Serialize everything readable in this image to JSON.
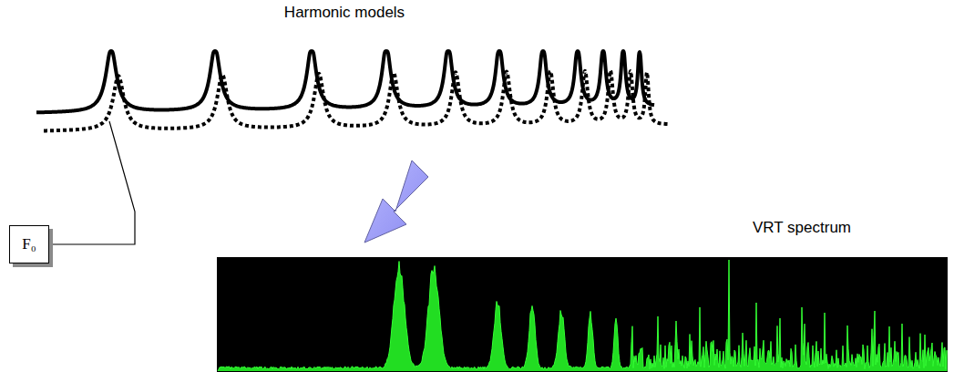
{
  "diagram": {
    "nodes": [
      {
        "text": [
          "F₀"
        ]
      }
    ],
    "labels": [
      "Harmonic models",
      "VRT spectrum"
    ]
  }
}
